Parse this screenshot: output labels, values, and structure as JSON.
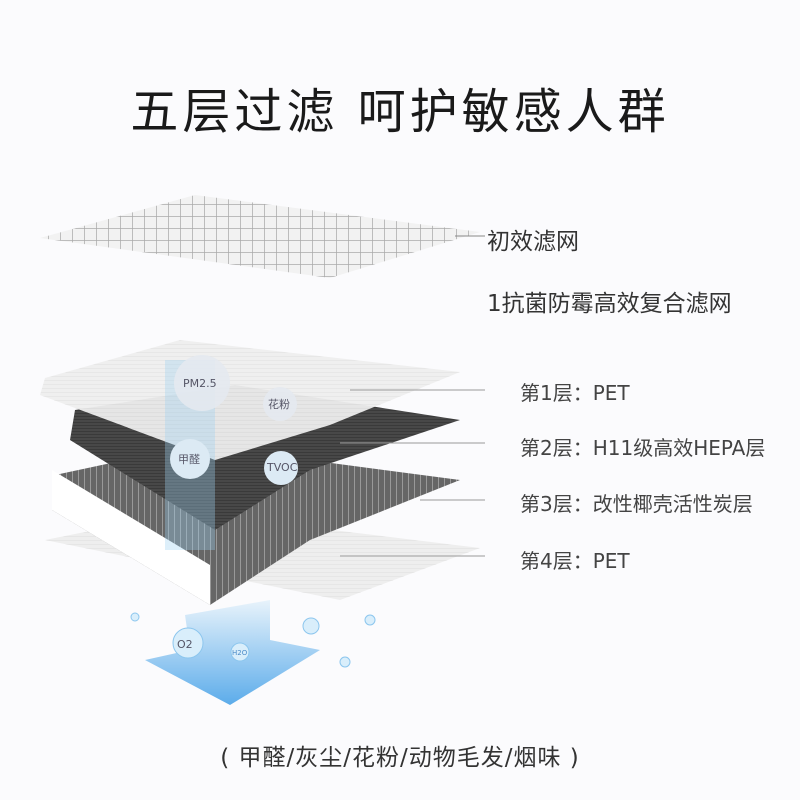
{
  "title": "五层过滤 呵护敏感人群",
  "labels": {
    "primary": "初效滤网",
    "composite": "1抗菌防霉高效复合滤网",
    "layer1": "第1层：PET",
    "layer2": "第2层：H11级高效HEPA层",
    "layer3": "第3层：改性椰壳活性炭层",
    "layer4": "第4层：PET"
  },
  "bubbles": {
    "pm25": "PM2.5",
    "pollen": "花粉",
    "formaldehyde": "甲醛",
    "tvoc": "TVOC",
    "o2": "O2",
    "h2o": "H2O"
  },
  "footer": "( 甲醛/灰尘/花粉/动物毛发/烟味 )"
}
